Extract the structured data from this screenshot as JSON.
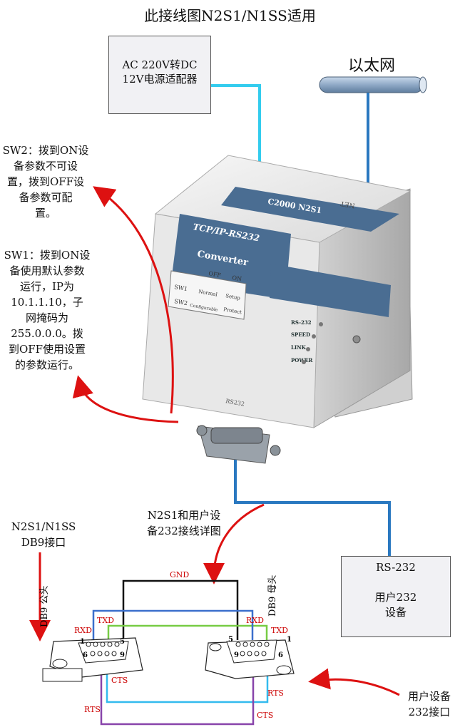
{
  "title": "此接线图N2S1/N1SS适用",
  "adapter": {
    "line1": "AC 220V转DC",
    "line2": "12V电源适配器"
  },
  "ethernet_label": "以太网",
  "device": {
    "model": "C2000 N2S1",
    "net": "NET",
    "product1": "TCP/IP-RS232",
    "product2": "Converter",
    "table": {
      "off": "OFF",
      "on": "ON",
      "sw1": "SW1",
      "sw2": "SW2",
      "normal": "Normal",
      "setup": "Setup",
      "config": "Configurable",
      "protect": "Protect"
    },
    "leds": [
      "RS-232",
      "SPEED",
      "LINK",
      "POWER"
    ],
    "port": "RS232"
  },
  "sw2_note": [
    "SW2：拨到ON设",
    "备参数不可设",
    "置，拨到OFF设",
    "备参数可配",
    "置。"
  ],
  "sw1_note": [
    "SW1：拨到ON设",
    "备使用默认参数",
    "运行，IP为",
    "10.1.1.10，子",
    "网掩码为",
    "255.0.0.0。拨",
    "到OFF使用设置",
    "的参数运行。"
  ],
  "n2s1_label": [
    "N2S1/N1SS",
    "DB9接口"
  ],
  "detail_label": [
    "N2S1和用户设",
    "备232接线详图"
  ],
  "user_device": {
    "port": "RS-232",
    "line1": "用户232",
    "line2": "设备"
  },
  "user_port_label": [
    "用户设备",
    "232接口"
  ],
  "wiring": {
    "gnd": "GND",
    "left": {
      "name": "DB9 公头",
      "rxd": "RXD",
      "txd": "TXD",
      "cts": "CTS",
      "rts": "RTS",
      "pin1": "1",
      "pin5": "5",
      "pin6": "6",
      "pin9": "9"
    },
    "right": {
      "name": "DB9 母头",
      "rxd": "RXD",
      "txd": "TXD",
      "cts": "CTS",
      "rts": "RTS",
      "pin1": "1",
      "pin5": "5",
      "pin6": "6",
      "pin9": "9"
    }
  },
  "colors": {
    "power_cable": "#33ccee",
    "net_cable": "#2a78c0",
    "arrow": "#dd1111",
    "gnd": "#111111",
    "txd_rxd": "#77cc44",
    "blue_wire": "#3b6fcc",
    "cyan_wire": "#33bbee",
    "purple_wire": "#8844aa"
  }
}
